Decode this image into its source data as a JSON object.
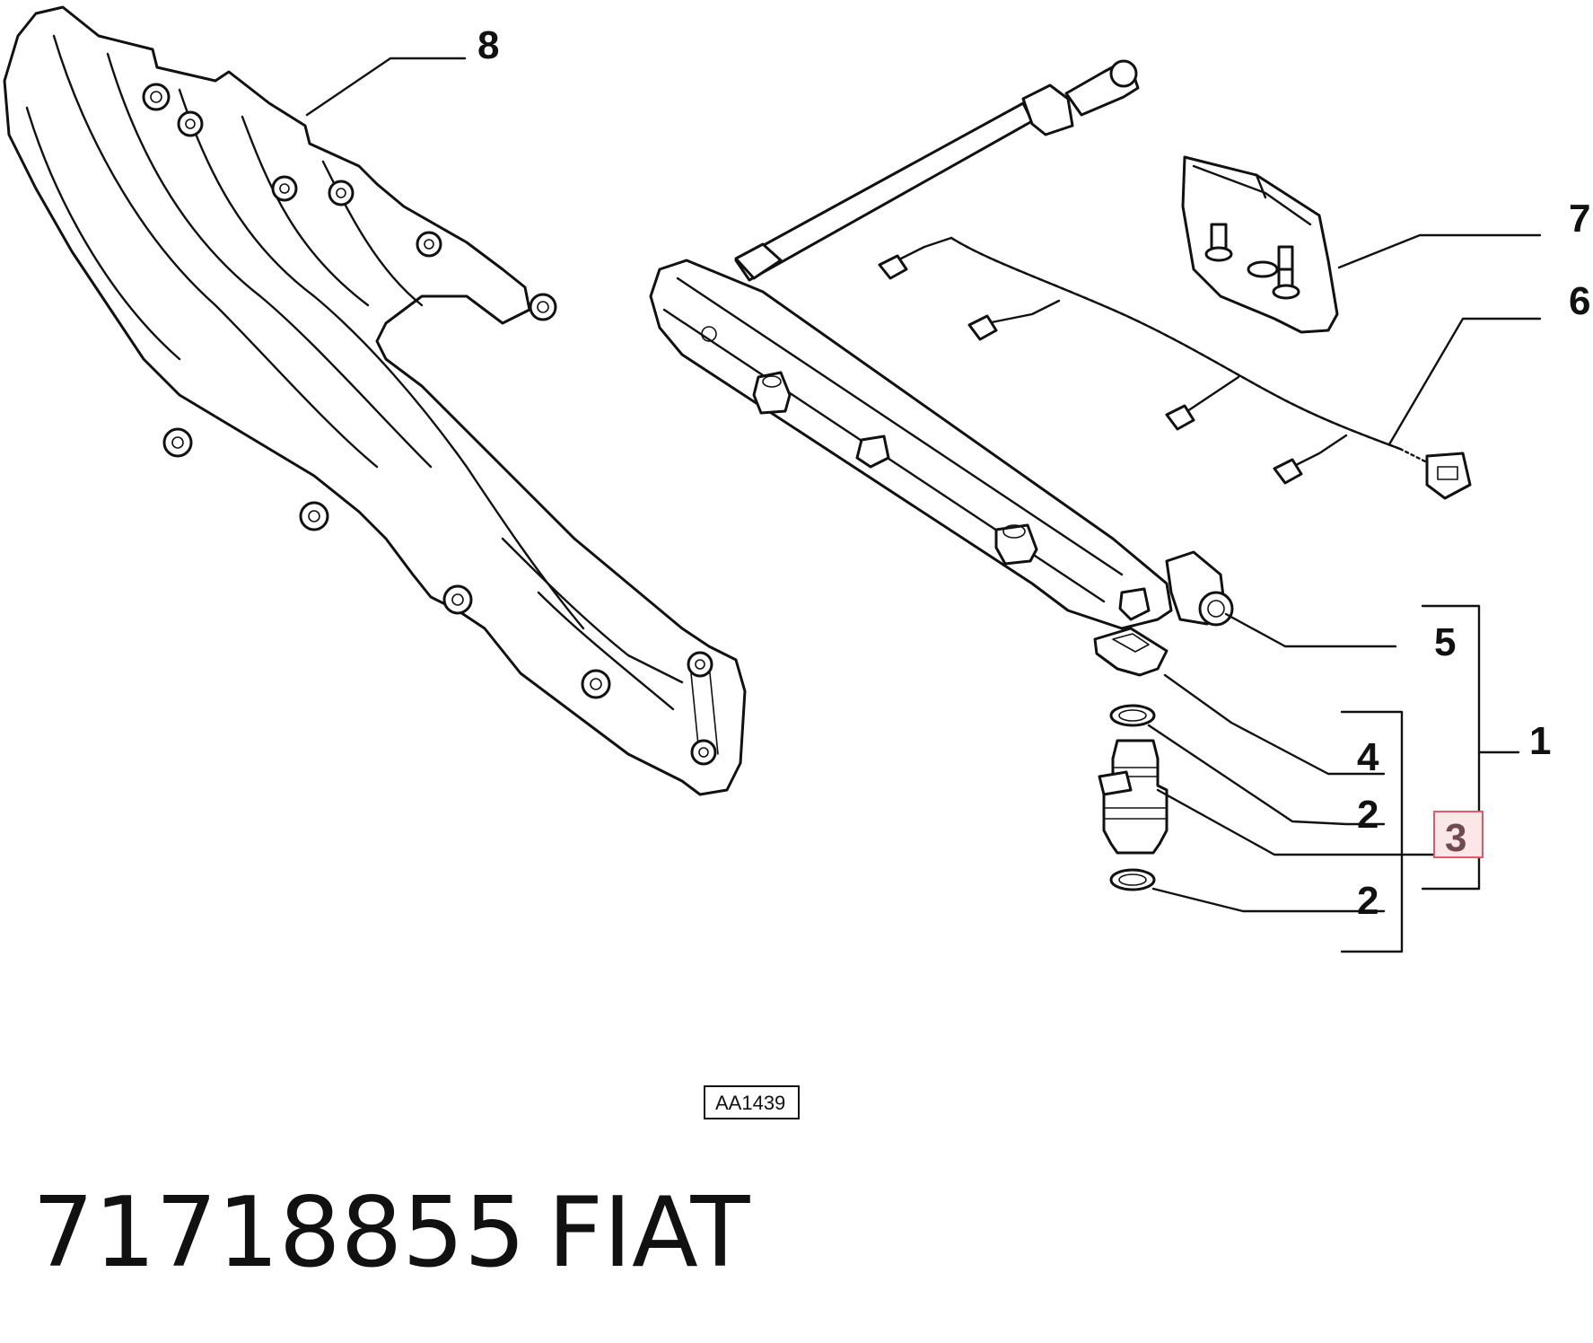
{
  "callouts": {
    "c1": "1",
    "c2a": "2",
    "c2b": "2",
    "c3": "3",
    "c4": "4",
    "c5": "5",
    "c6": "6",
    "c7": "7",
    "c8": "8"
  },
  "reference_code": "AA1439",
  "part_number": "71718855",
  "brand": "FIAT",
  "highlight_color": "#e05a6a"
}
